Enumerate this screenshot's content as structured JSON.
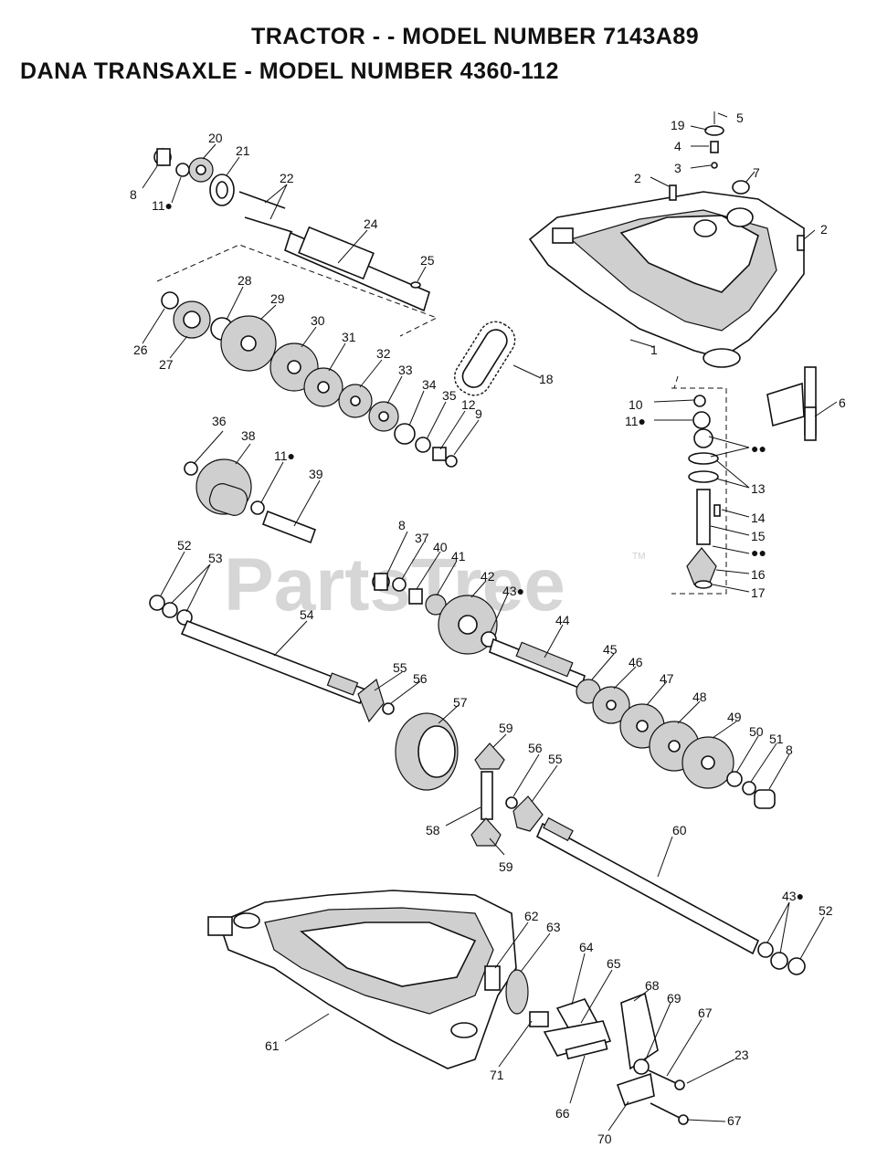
{
  "header": {
    "title_line1": "TRACTOR - - MODEL NUMBER 7143A89",
    "title_line2": "DANA TRANSAXLE - MODEL NUMBER 4360-112"
  },
  "watermark": {
    "text": "PartsTree",
    "trademark": "TM"
  },
  "callouts": [
    "20",
    "21",
    "8",
    "11●",
    "22",
    "24",
    "25",
    "28",
    "29",
    "26",
    "27",
    "30",
    "31",
    "32",
    "33",
    "34",
    "35",
    "12",
    "9",
    "18",
    "19",
    "5",
    "4",
    "3",
    "2",
    "7",
    "2",
    "1",
    "10",
    "11●",
    "●●",
    "13",
    "14",
    "15",
    "●●",
    "16",
    "17",
    "6",
    "36",
    "38",
    "11●",
    "39",
    "52",
    "53",
    "54",
    "8",
    "37",
    "40",
    "41",
    "42",
    "43●",
    "44",
    "55",
    "56",
    "57",
    "45",
    "46",
    "47",
    "48",
    "49",
    "50",
    "51",
    "8",
    "59",
    "56",
    "55",
    "58",
    "59",
    "60",
    "43●",
    "52",
    "62",
    "63",
    "64",
    "65",
    "68",
    "69",
    "67",
    "23",
    "61",
    "71",
    "66",
    "70",
    "67"
  ]
}
